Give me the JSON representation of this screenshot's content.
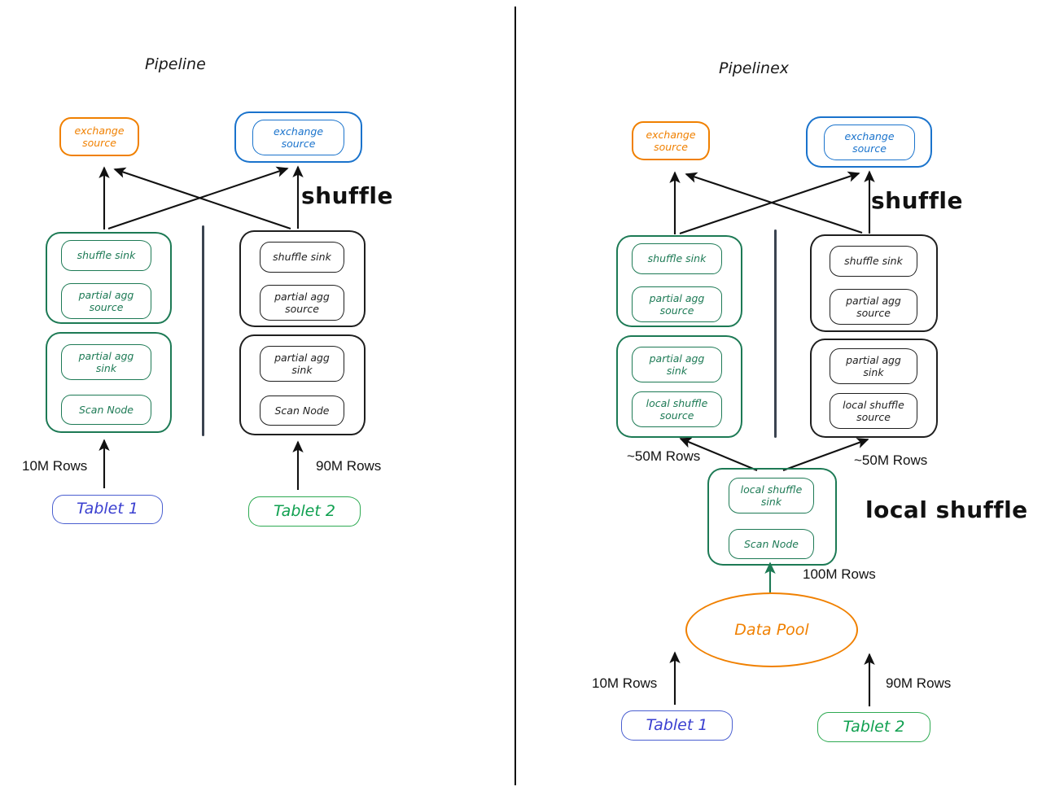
{
  "panels": {
    "left": {
      "title": "Pipeline",
      "annotation_shuffle": "shuffle",
      "exchange_source_orange": "exchange\nsource",
      "exchange_source_blue": "exchange\nsource",
      "pipelines": [
        {
          "color": "green",
          "stages": [
            {
              "box": "upper",
              "nodes": [
                "shuffle sink",
                "partial agg\nsource"
              ]
            },
            {
              "box": "lower",
              "nodes": [
                "partial agg\nsink",
                "Scan Node"
              ]
            }
          ]
        },
        {
          "color": "black",
          "stages": [
            {
              "box": "upper",
              "nodes": [
                "shuffle sink",
                "partial agg\nsource"
              ]
            },
            {
              "box": "lower",
              "nodes": [
                "partial agg\nsink",
                "Scan Node"
              ]
            }
          ]
        }
      ],
      "row_labels": [
        "10M Rows",
        "90M Rows"
      ],
      "tablets": [
        "Tablet 1",
        "Tablet 2"
      ]
    },
    "right": {
      "title": "Pipelinex",
      "annotation_shuffle": "shuffle",
      "annotation_local_shuffle": "local shuffle",
      "exchange_source_orange": "exchange\nsource",
      "exchange_source_blue": "exchange\nsource",
      "pipelines": [
        {
          "color": "green",
          "stages": [
            {
              "box": "upper",
              "nodes": [
                "shuffle sink",
                "partial agg\nsource"
              ]
            },
            {
              "box": "lower",
              "nodes": [
                "partial agg\nsink",
                "local shuffle\nsource"
              ]
            }
          ]
        },
        {
          "color": "black",
          "stages": [
            {
              "box": "upper",
              "nodes": [
                "shuffle sink",
                "partial agg\nsource"
              ]
            },
            {
              "box": "lower",
              "nodes": [
                "partial agg\nsink",
                "local shuffle\nsource"
              ]
            }
          ]
        }
      ],
      "local_shuffle_pipeline": {
        "nodes": [
          "local shuffle\nsink",
          "Scan Node"
        ]
      },
      "split_labels": [
        "~50M Rows",
        "~50M Rows"
      ],
      "pool_label": "100M Rows",
      "data_pool": "Data Pool",
      "row_labels": [
        "10M Rows",
        "90M Rows"
      ],
      "tablets": [
        "Tablet 1",
        "Tablet 2"
      ]
    }
  },
  "colors": {
    "green": "#1d7a55",
    "black": "#1f1f1f",
    "orange": "#f08000",
    "blue": "#1a73cc",
    "indigo": "#4a5fd0",
    "tablet_green": "#2eaa52"
  }
}
